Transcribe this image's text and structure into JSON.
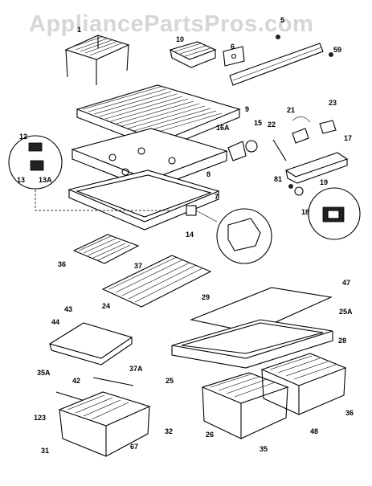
{
  "watermark": "AppliancePartsPros.com",
  "labels": {
    "p1": "1",
    "p10": "10",
    "p6": "6",
    "p5": "5",
    "p59": "59",
    "p9": "9",
    "p21": "21",
    "p23": "23",
    "p16a": "16A",
    "p15": "15",
    "p22": "22",
    "p17": "17",
    "p12": "12",
    "p13": "13",
    "p13a": "13A",
    "p8": "8",
    "p81": "81",
    "p19": "19",
    "p7": "7",
    "p18": "18",
    "p14": "14",
    "p36": "36",
    "p37": "37",
    "p24": "24",
    "p29": "29",
    "p47": "47",
    "p43": "43",
    "p25a": "25A",
    "p44": "44",
    "p28": "28",
    "p35a": "35A",
    "p37a": "37A",
    "p25": "25",
    "p42": "42",
    "p123": "123",
    "p32": "32",
    "p36b": "36",
    "p31": "31",
    "p67": "67",
    "p26": "26",
    "p48": "48",
    "p35": "35"
  }
}
